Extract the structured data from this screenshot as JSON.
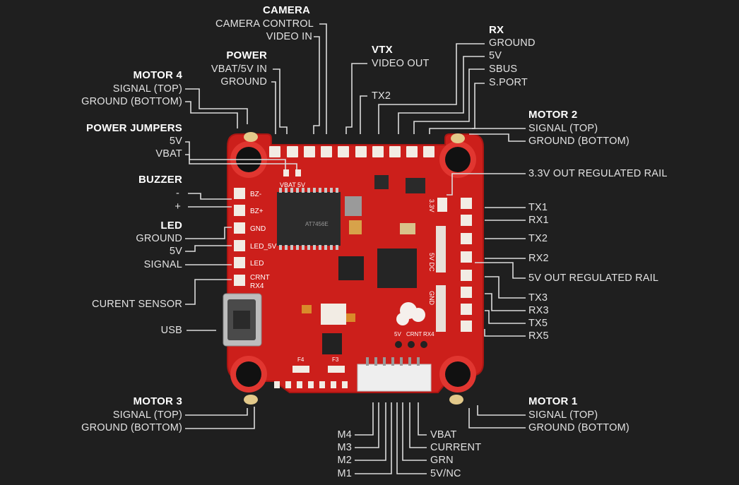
{
  "labels": {
    "camera_header": "CAMERA",
    "camera_control": "CAMERA CONTROL",
    "camera_video_in": "VIDEO IN",
    "vtx_header": "VTX",
    "vtx_video_out": "VIDEO OUT",
    "vtx_tx2": "TX2",
    "rx_header": "RX",
    "rx_ground": "GROUND",
    "rx_5v": "5V",
    "rx_sbus": "SBUS",
    "rx_sport": "S.PORT",
    "power_header": "POWER",
    "power_vbat5v": "VBAT/5V IN",
    "power_ground": "GROUND",
    "motor4_header": "MOTOR 4",
    "motor4_signal": "SIGNAL (TOP)",
    "motor4_ground": "GROUND (BOTTOM)",
    "jumpers_header": "POWER JUMPERS",
    "jumpers_5v": "5V",
    "jumpers_vbat": "VBAT",
    "buzzer_header": "BUZZER",
    "buzzer_minus": "-",
    "buzzer_plus": "+",
    "led_header": "LED",
    "led_ground": "GROUND",
    "led_5v": "5V",
    "led_signal": "SIGNAL",
    "current_sensor": "CURENT SENSOR",
    "usb": "USB",
    "motor3_header": "MOTOR 3",
    "motor3_signal": "SIGNAL (TOP)",
    "motor3_ground": "GROUND (BOTTOM)",
    "motor2_header": "MOTOR 2",
    "motor2_signal": "SIGNAL (TOP)",
    "motor2_ground": "GROUND (BOTTOM)",
    "rail_33v": "3.3V OUT REGULATED RAIL",
    "tx1": "TX1",
    "rx1": "RX1",
    "tx2_r": "TX2",
    "rx2": "RX2",
    "rail_5v": "5V OUT REGULATED RAIL",
    "tx3": "TX3",
    "rx3": "RX3",
    "tx5": "TX5",
    "rx5": "RX5",
    "motor1_header": "MOTOR 1",
    "motor1_signal": "SIGNAL (TOP)",
    "motor1_ground": "GROUND (BOTTOM)",
    "m4": "M4",
    "m3": "M3",
    "m2": "M2",
    "m1": "M1",
    "b_vbat": "VBAT",
    "b_current": "CURRENT",
    "b_grn": "GRN",
    "b_5vnc": "5V/NC"
  },
  "board_silk": {
    "bz_minus": "BZ-",
    "bz_plus": "BZ+",
    "gnd": "GND",
    "led_5v": "LED_5V",
    "led": "LED",
    "crnt": "CRNT",
    "rx4": "RX4",
    "vbat": "VBAT",
    "five_v": "5V",
    "rail_33": "3.3V",
    "rail_5v_dc": "5V DC",
    "rail_gnd": "GND",
    "pad_5v": "5V",
    "pad_crnt": "CRNT",
    "pad_rx4": "RX4",
    "f4": "F4",
    "f3": "F3",
    "chip_text": "AT7456E"
  },
  "colors": {
    "background": "#1f1f1f",
    "board": "#cc1f1b",
    "board_edge": "#a91613",
    "pad": "#f2ece4",
    "line": "#dcdcdc",
    "text": "#e2e2e2"
  }
}
